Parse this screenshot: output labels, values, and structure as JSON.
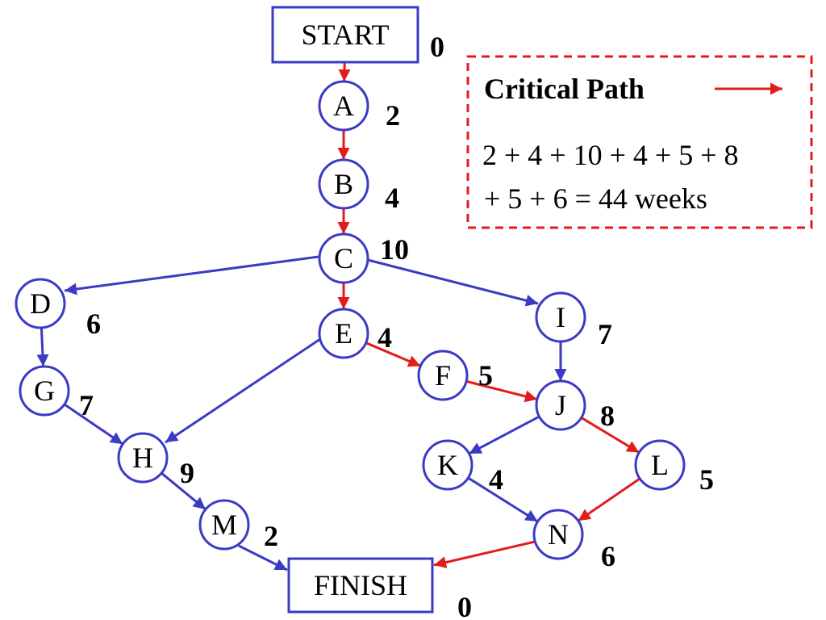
{
  "colors": {
    "critical": "#e31b1b",
    "normal": "#3a3ac4",
    "node_stroke": "#3a3ac4",
    "text": "#000000"
  },
  "nodes": {
    "START": {
      "label": "START",
      "duration": "0"
    },
    "A": {
      "label": "A",
      "duration": "2"
    },
    "B": {
      "label": "B",
      "duration": "4"
    },
    "C": {
      "label": "C",
      "duration": "10"
    },
    "D": {
      "label": "D",
      "duration": "6"
    },
    "E": {
      "label": "E",
      "duration": "4"
    },
    "I": {
      "label": "I",
      "duration": "7"
    },
    "F": {
      "label": "F",
      "duration": "5"
    },
    "G": {
      "label": "G",
      "duration": "7"
    },
    "J": {
      "label": "J",
      "duration": "8"
    },
    "H": {
      "label": "H",
      "duration": "9"
    },
    "K": {
      "label": "K",
      "duration": "4"
    },
    "L": {
      "label": "L",
      "duration": "5"
    },
    "M": {
      "label": "M",
      "duration": "2"
    },
    "N": {
      "label": "N",
      "duration": "6"
    },
    "FINISH": {
      "label": "FINISH",
      "duration": "0"
    }
  },
  "edges": [
    {
      "from": "START",
      "to": "A",
      "critical": true
    },
    {
      "from": "A",
      "to": "B",
      "critical": true
    },
    {
      "from": "B",
      "to": "C",
      "critical": true
    },
    {
      "from": "C",
      "to": "D",
      "critical": false
    },
    {
      "from": "C",
      "to": "E",
      "critical": true
    },
    {
      "from": "C",
      "to": "I",
      "critical": false
    },
    {
      "from": "D",
      "to": "G",
      "critical": false
    },
    {
      "from": "E",
      "to": "H",
      "critical": false
    },
    {
      "from": "E",
      "to": "F",
      "critical": true
    },
    {
      "from": "G",
      "to": "H",
      "critical": false
    },
    {
      "from": "F",
      "to": "J",
      "critical": true
    },
    {
      "from": "I",
      "to": "J",
      "critical": false
    },
    {
      "from": "J",
      "to": "K",
      "critical": false
    },
    {
      "from": "J",
      "to": "L",
      "critical": true
    },
    {
      "from": "H",
      "to": "M",
      "critical": false
    },
    {
      "from": "K",
      "to": "N",
      "critical": false
    },
    {
      "from": "L",
      "to": "N",
      "critical": true
    },
    {
      "from": "M",
      "to": "FINISH",
      "critical": false
    },
    {
      "from": "N",
      "to": "FINISH",
      "critical": true
    }
  ],
  "legend": {
    "title": "Critical Path",
    "line1": "2 + 4 + 10 + 4 + 5 + 8",
    "line2": "+ 5 + 6 = 44 weeks"
  }
}
